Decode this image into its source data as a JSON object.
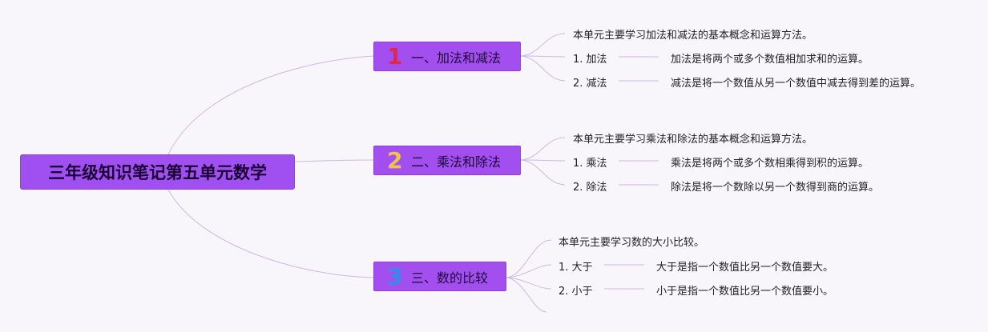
{
  "root": {
    "title": "三年级知识笔记第五单元数学"
  },
  "branches": [
    {
      "number": "1",
      "number_color": "#e0284b",
      "label": "一、加法和减法",
      "intro": "本单元主要学习加法和减法的基本概念和运算方法。",
      "items": [
        {
          "term": "1. 加法",
          "desc": "加法是将两个或多个数值相加求和的运算。"
        },
        {
          "term": "2. 减法",
          "desc": "减法是将一个数值从另一个数值中减去得到差的运算。"
        }
      ]
    },
    {
      "number": "2",
      "number_color": "#f2c14b",
      "label": "二、乘法和除法",
      "intro": "本单元主要学习乘法和除法的基本概念和运算方法。",
      "items": [
        {
          "term": "1. 乘法",
          "desc": "乘法是将两个或多个数相乘得到积的运算。"
        },
        {
          "term": "2. 除法",
          "desc": "除法是将一个数除以另一个数得到商的运算。"
        }
      ]
    },
    {
      "number": "3",
      "number_color": "#2f8fe8",
      "label": "三、数的比较",
      "intro": "本单元主要学习数的大小比较。",
      "items": [
        {
          "term": "1. 大于",
          "desc": "大于是指一个数值比另一个数值要大。"
        },
        {
          "term": "2. 小于",
          "desc": "小于是指一个数值比另一个数值要小。"
        }
      ]
    }
  ],
  "colors": {
    "root_fill": "#a04ff0",
    "branch_fill": "#a34ff0",
    "line": "#c7b8e6",
    "background": "#f8f5fb"
  }
}
